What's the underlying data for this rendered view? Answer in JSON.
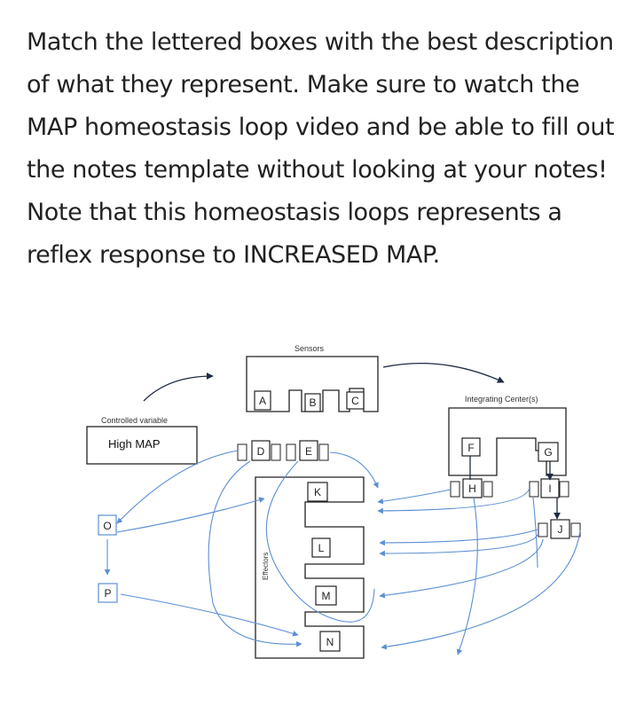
{
  "question": {
    "text": "Match the lettered boxes with the best description of what they represent. Make sure to watch the MAP homeostasis loop video and be able to fill out the notes template without looking at your notes! Note that this homeostasis loops represents a reflex response to INCREASED MAP."
  },
  "diagram": {
    "sensors_label": "Sensors",
    "integrating_label": "Integrating Center(s)",
    "controlled_variable_label": "Controlled variable",
    "controlled_value": "High MAP",
    "effectors_label": "Effectors",
    "letters": {
      "a": "A",
      "b": "B",
      "c": "C",
      "d": "D",
      "e": "E",
      "f": "F",
      "g": "G",
      "h": "H",
      "i": "I",
      "j": "J",
      "k": "K",
      "l": "L",
      "m": "M",
      "n": "N",
      "o": "O",
      "p": "P"
    },
    "colors": {
      "box_stroke": "#222222",
      "connector_blue": "#5b8fd4",
      "connector_dark": "#1e2a45",
      "arrow_light": "#8fb4e8"
    }
  }
}
